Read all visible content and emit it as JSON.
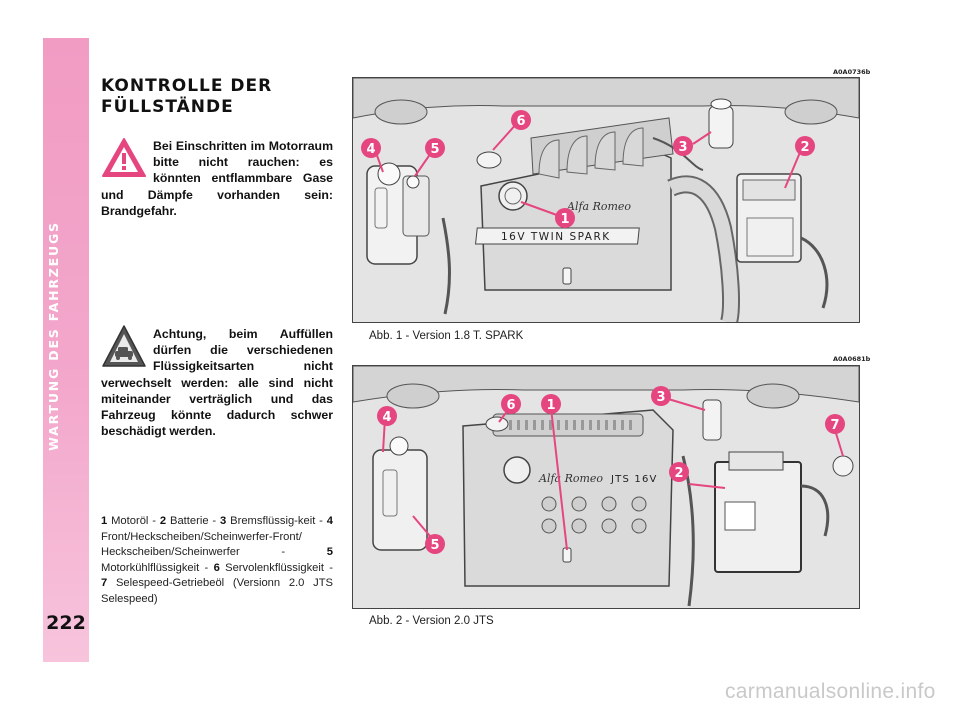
{
  "side_band": {
    "title": "WARTUNG DES FAHRZEUGS",
    "page_number": "222",
    "color": "#f19cc3"
  },
  "heading": {
    "line1": "KONTROLLE DER",
    "line2": "FÜLLSTÄNDE"
  },
  "warning": {
    "icon": "warning-triangle-icon",
    "text": "Bei Einschritten im Motorraum bitte nicht rauchen: es könnten entflammbare Gase und Dämpfe vorhanden sein: Brandgefahr."
  },
  "caution": {
    "icon": "car-fluid-caution-icon",
    "text": "Achtung, beim Auffüllen dürfen die verschiedenen Flüssigkeitsarten nicht verwechselt werden: alle sind nicht miteinander verträglich und das Fahrzeug könnte dadurch schwer beschädigt werden."
  },
  "legend": [
    {
      "num": "1",
      "text": "Motoröl"
    },
    {
      "num": "2",
      "text": "Batterie"
    },
    {
      "num": "3",
      "text": "Bremsflüssigkeit"
    },
    {
      "num": "4",
      "text": "Front/Heckscheiben/Scheinwerfer-Front/ Heckscheiben/Scheinwerfer"
    },
    {
      "num": "5",
      "text": "Motorkühlflüssigkeit"
    },
    {
      "num": "6",
      "text": "Servolenkflüssigkeit"
    },
    {
      "num": "7",
      "text": "Selespeed-Getriebeöl (Versionn 2.0 JTS Selespeed)"
    }
  ],
  "legend_parts": {
    "n1": "1",
    "t1": " Motoröl - ",
    "n2": "2",
    "t2": " Batterie - ",
    "n3": "3",
    "t3": " Bremsflüssig-keit - ",
    "n4": "4",
    "t4": " Front/Heckscheiben/Scheinwerfer-Front/ Heckscheiben/Scheinwerfer - ",
    "n5": "5",
    "t5": " Motorkühlflüssigkeit - ",
    "n6": "6",
    "t6": " Servolenkflüssigkeit - ",
    "n7": "7",
    "t7": " Selespeed-Getriebeöl (Versionn 2.0 JTS Selespeed)"
  },
  "figure1": {
    "code": "A0A0736b",
    "caption": "Abb. 1 - Version 1.8 T. SPARK",
    "engine_label": "16V  TWIN SPARK",
    "brand": "Alfa Romeo",
    "markers": [
      "1",
      "2",
      "3",
      "4",
      "5",
      "6"
    ]
  },
  "figure2": {
    "code": "A0A0681b",
    "caption": "Abb. 2 - Version 2.0 JTS",
    "engine_label": "JTS 16V",
    "brand": "Alfa Romeo",
    "markers": [
      "1",
      "2",
      "3",
      "4",
      "5",
      "6",
      "7"
    ]
  },
  "marker_color": "#e5467f",
  "watermark": "carmanualsonline.info"
}
